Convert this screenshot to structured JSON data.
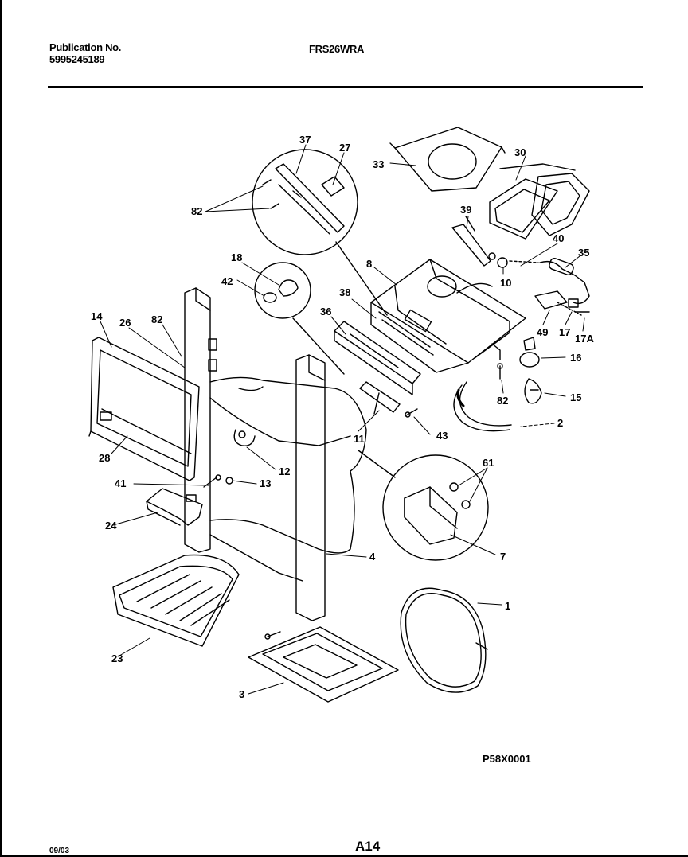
{
  "header": {
    "publication_label": "Publication No.",
    "publication_number": "5995245189",
    "model": "FRS26WRA"
  },
  "diagram": {
    "callouts": [
      "37",
      "27",
      "33",
      "30",
      "82",
      "39",
      "40",
      "35",
      "18",
      "42",
      "8",
      "10",
      "38",
      "36",
      "49",
      "17",
      "17A",
      "14",
      "26",
      "82",
      "16",
      "82",
      "15",
      "2",
      "43",
      "11",
      "28",
      "12",
      "61",
      "41",
      "13",
      "24",
      "7",
      "4",
      "1",
      "23",
      "3"
    ],
    "code": "P58X0001"
  },
  "footer": {
    "date": "09/03",
    "page": "A14"
  }
}
